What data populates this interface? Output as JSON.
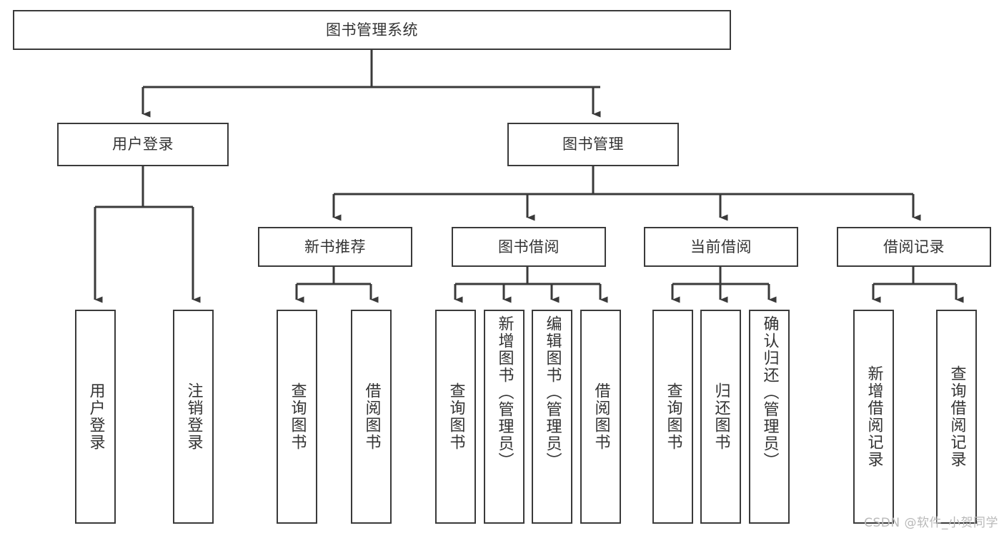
{
  "diagram": {
    "type": "hierarchy-tree",
    "title": "图书管理系统",
    "root": {
      "id": "root",
      "label": "图书管理系统"
    },
    "level2": [
      {
        "id": "user-login",
        "label": "用户登录"
      },
      {
        "id": "book-manage",
        "label": "图书管理"
      }
    ],
    "level3": [
      {
        "id": "new-book-recommend",
        "label": "新书推荐",
        "parent": "book-manage"
      },
      {
        "id": "book-borrow",
        "label": "图书借阅",
        "parent": "book-manage"
      },
      {
        "id": "current-borrow",
        "label": "当前借阅",
        "parent": "book-manage"
      },
      {
        "id": "borrow-record",
        "label": "借阅记录",
        "parent": "book-manage"
      }
    ],
    "leaves": [
      {
        "id": "leaf-user-login",
        "label": "用户登录",
        "parent": "user-login"
      },
      {
        "id": "leaf-user-logout",
        "label": "注销登录",
        "parent": "user-login"
      },
      {
        "id": "leaf-query-book-1",
        "label": "查询图书",
        "parent": "new-book-recommend"
      },
      {
        "id": "leaf-borrow-book-1",
        "label": "借阅图书",
        "parent": "new-book-recommend"
      },
      {
        "id": "leaf-query-book-2",
        "label": "查询图书",
        "parent": "book-borrow"
      },
      {
        "id": "leaf-add-book",
        "label": "新增图书（管理员）",
        "parent": "book-borrow"
      },
      {
        "id": "leaf-edit-book",
        "label": "编辑图书（管理员）",
        "parent": "book-borrow"
      },
      {
        "id": "leaf-borrow-book-2",
        "label": "借阅图书",
        "parent": "book-borrow"
      },
      {
        "id": "leaf-query-book-3",
        "label": "查询图书",
        "parent": "current-borrow"
      },
      {
        "id": "leaf-return-book",
        "label": "归还图书",
        "parent": "current-borrow"
      },
      {
        "id": "leaf-confirm-return",
        "label": "确认归还（管理员）",
        "parent": "current-borrow"
      },
      {
        "id": "leaf-add-record",
        "label": "新增借阅记录",
        "parent": "borrow-record"
      },
      {
        "id": "leaf-query-record",
        "label": "查询借阅记录",
        "parent": "borrow-record"
      }
    ],
    "colors": {
      "stroke": "#3a3a3a",
      "fill": "#ffffff",
      "text": "#333333",
      "watermark": "#b9b9b9"
    }
  },
  "watermark": {
    "text": "CSDN @软件_小贺同学"
  }
}
